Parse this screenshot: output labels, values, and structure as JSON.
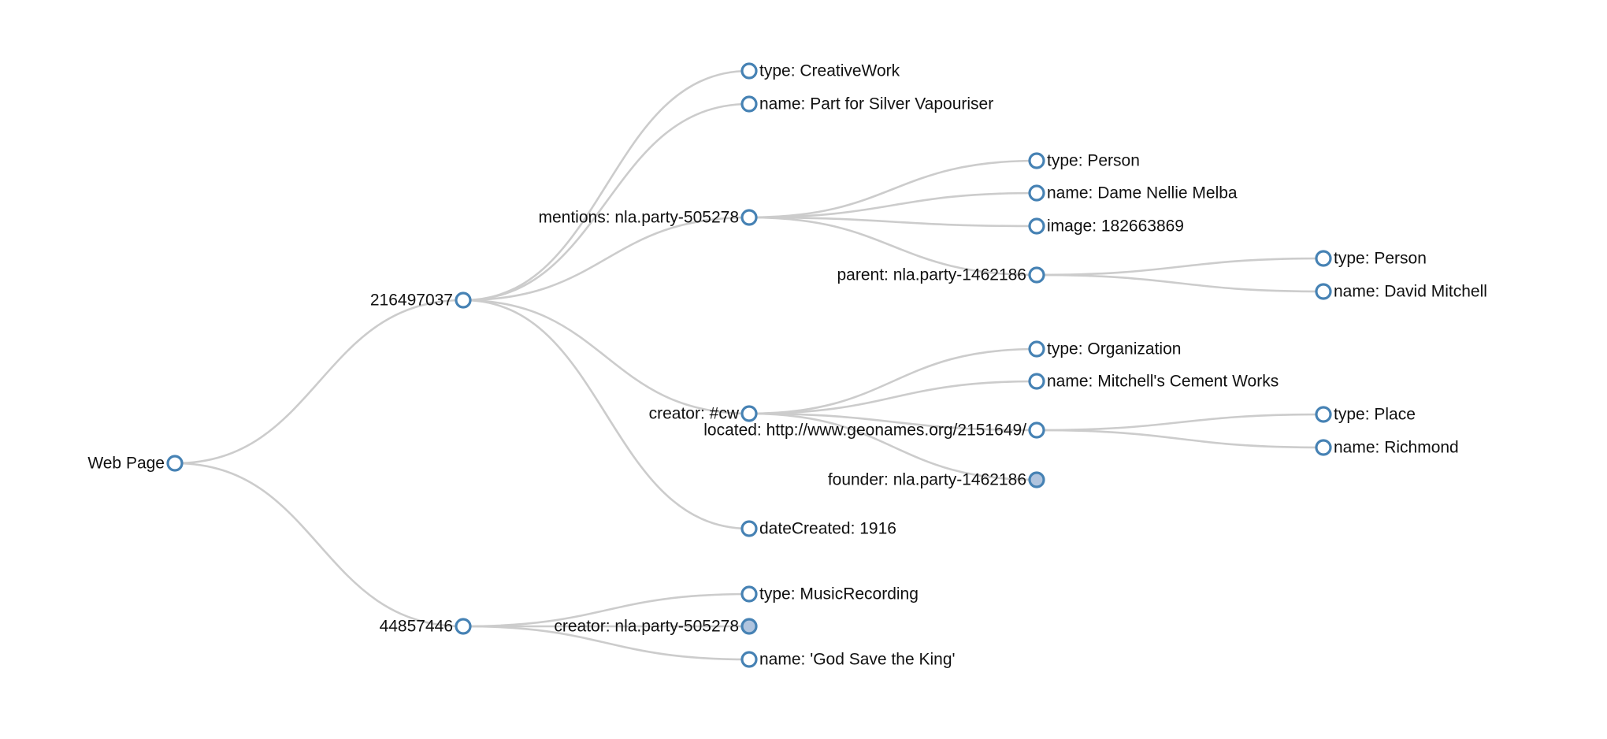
{
  "colors": {
    "link": "#cccccc",
    "node_stroke": "#4682b4",
    "node_fill_leaf": "#ffffff",
    "node_fill_collapsed": "#b0c4de",
    "label": "#111111"
  },
  "tree": {
    "id": "root",
    "label": "Web Page",
    "children": [
      {
        "id": "n216497037",
        "label": "216497037",
        "children": [
          {
            "id": "cw-type",
            "label": "type: CreativeWork"
          },
          {
            "id": "cw-name",
            "label": "name: Part for Silver Vapouriser"
          },
          {
            "id": "mentions",
            "label": "mentions: nla.party-505278",
            "children": [
              {
                "id": "m-type",
                "label": "type: Person"
              },
              {
                "id": "m-name",
                "label": "name: Dame Nellie Melba"
              },
              {
                "id": "m-image",
                "label": "image: 182663869"
              },
              {
                "id": "m-parent",
                "label": "parent: nla.party-1462186",
                "children": [
                  {
                    "id": "p-type",
                    "label": "type: Person"
                  },
                  {
                    "id": "p-name",
                    "label": "name: David Mitchell"
                  }
                ]
              }
            ]
          },
          {
            "id": "creator-cw",
            "label": "creator: #cw",
            "children": [
              {
                "id": "c-type",
                "label": "type: Organization"
              },
              {
                "id": "c-name",
                "label": "name: Mitchell's Cement Works"
              },
              {
                "id": "c-located",
                "label": "located: http://www.geonames.org/2151649/",
                "children": [
                  {
                    "id": "l-type",
                    "label": "type: Place"
                  },
                  {
                    "id": "l-name",
                    "label": "name: Richmond"
                  }
                ]
              },
              {
                "id": "c-founder",
                "label": "founder: nla.party-1462186",
                "collapsed": true
              }
            ]
          },
          {
            "id": "cw-date",
            "label": "dateCreated: 1916"
          }
        ]
      },
      {
        "id": "n44857446",
        "label": "44857446",
        "children": [
          {
            "id": "mr-type",
            "label": "type: MusicRecording"
          },
          {
            "id": "mr-creator",
            "label": "creator: nla.party-505278",
            "collapsed": true
          },
          {
            "id": "mr-name",
            "label": "name: 'God Save the King'"
          }
        ]
      }
    ]
  }
}
